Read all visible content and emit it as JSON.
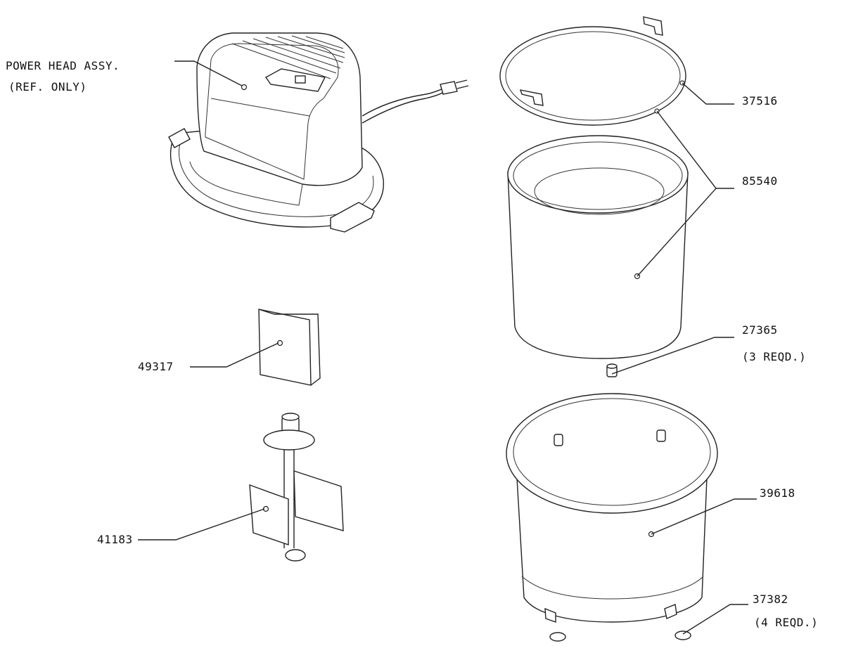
{
  "labels": {
    "power_head_line1": "POWER HEAD ASSY.",
    "power_head_line2": "(REF. ONLY)",
    "part_37516": "37516",
    "part_85540": "85540",
    "part_27365": "27365",
    "part_27365_qty": "(3 REQD.)",
    "part_49317": "49317",
    "part_39618": "39618",
    "part_41183": "41183",
    "part_37382": "37382",
    "part_37382_qty": "(4 REQD.)"
  }
}
